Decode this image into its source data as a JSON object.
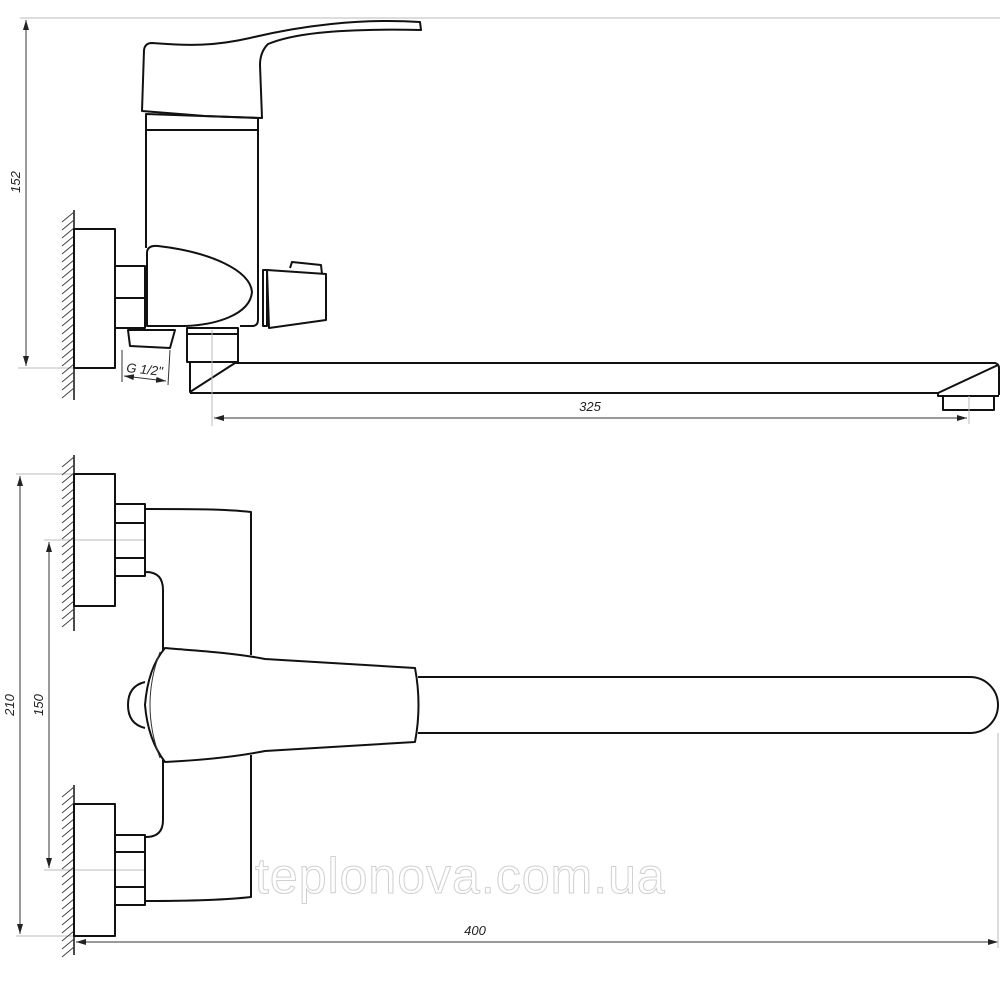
{
  "drawing": {
    "side_view": {
      "dimensions": {
        "height": "152",
        "spout_reach": "325",
        "thread": "G 1/2\""
      }
    },
    "top_view": {
      "dimensions": {
        "overall_height": "210",
        "inlet_spacing": "150",
        "overall_length": "400"
      }
    },
    "watermark": "teplonova.com.ua",
    "colors": {
      "line": "#111111",
      "background": "#ffffff",
      "watermark": "#d0d0d0"
    }
  }
}
